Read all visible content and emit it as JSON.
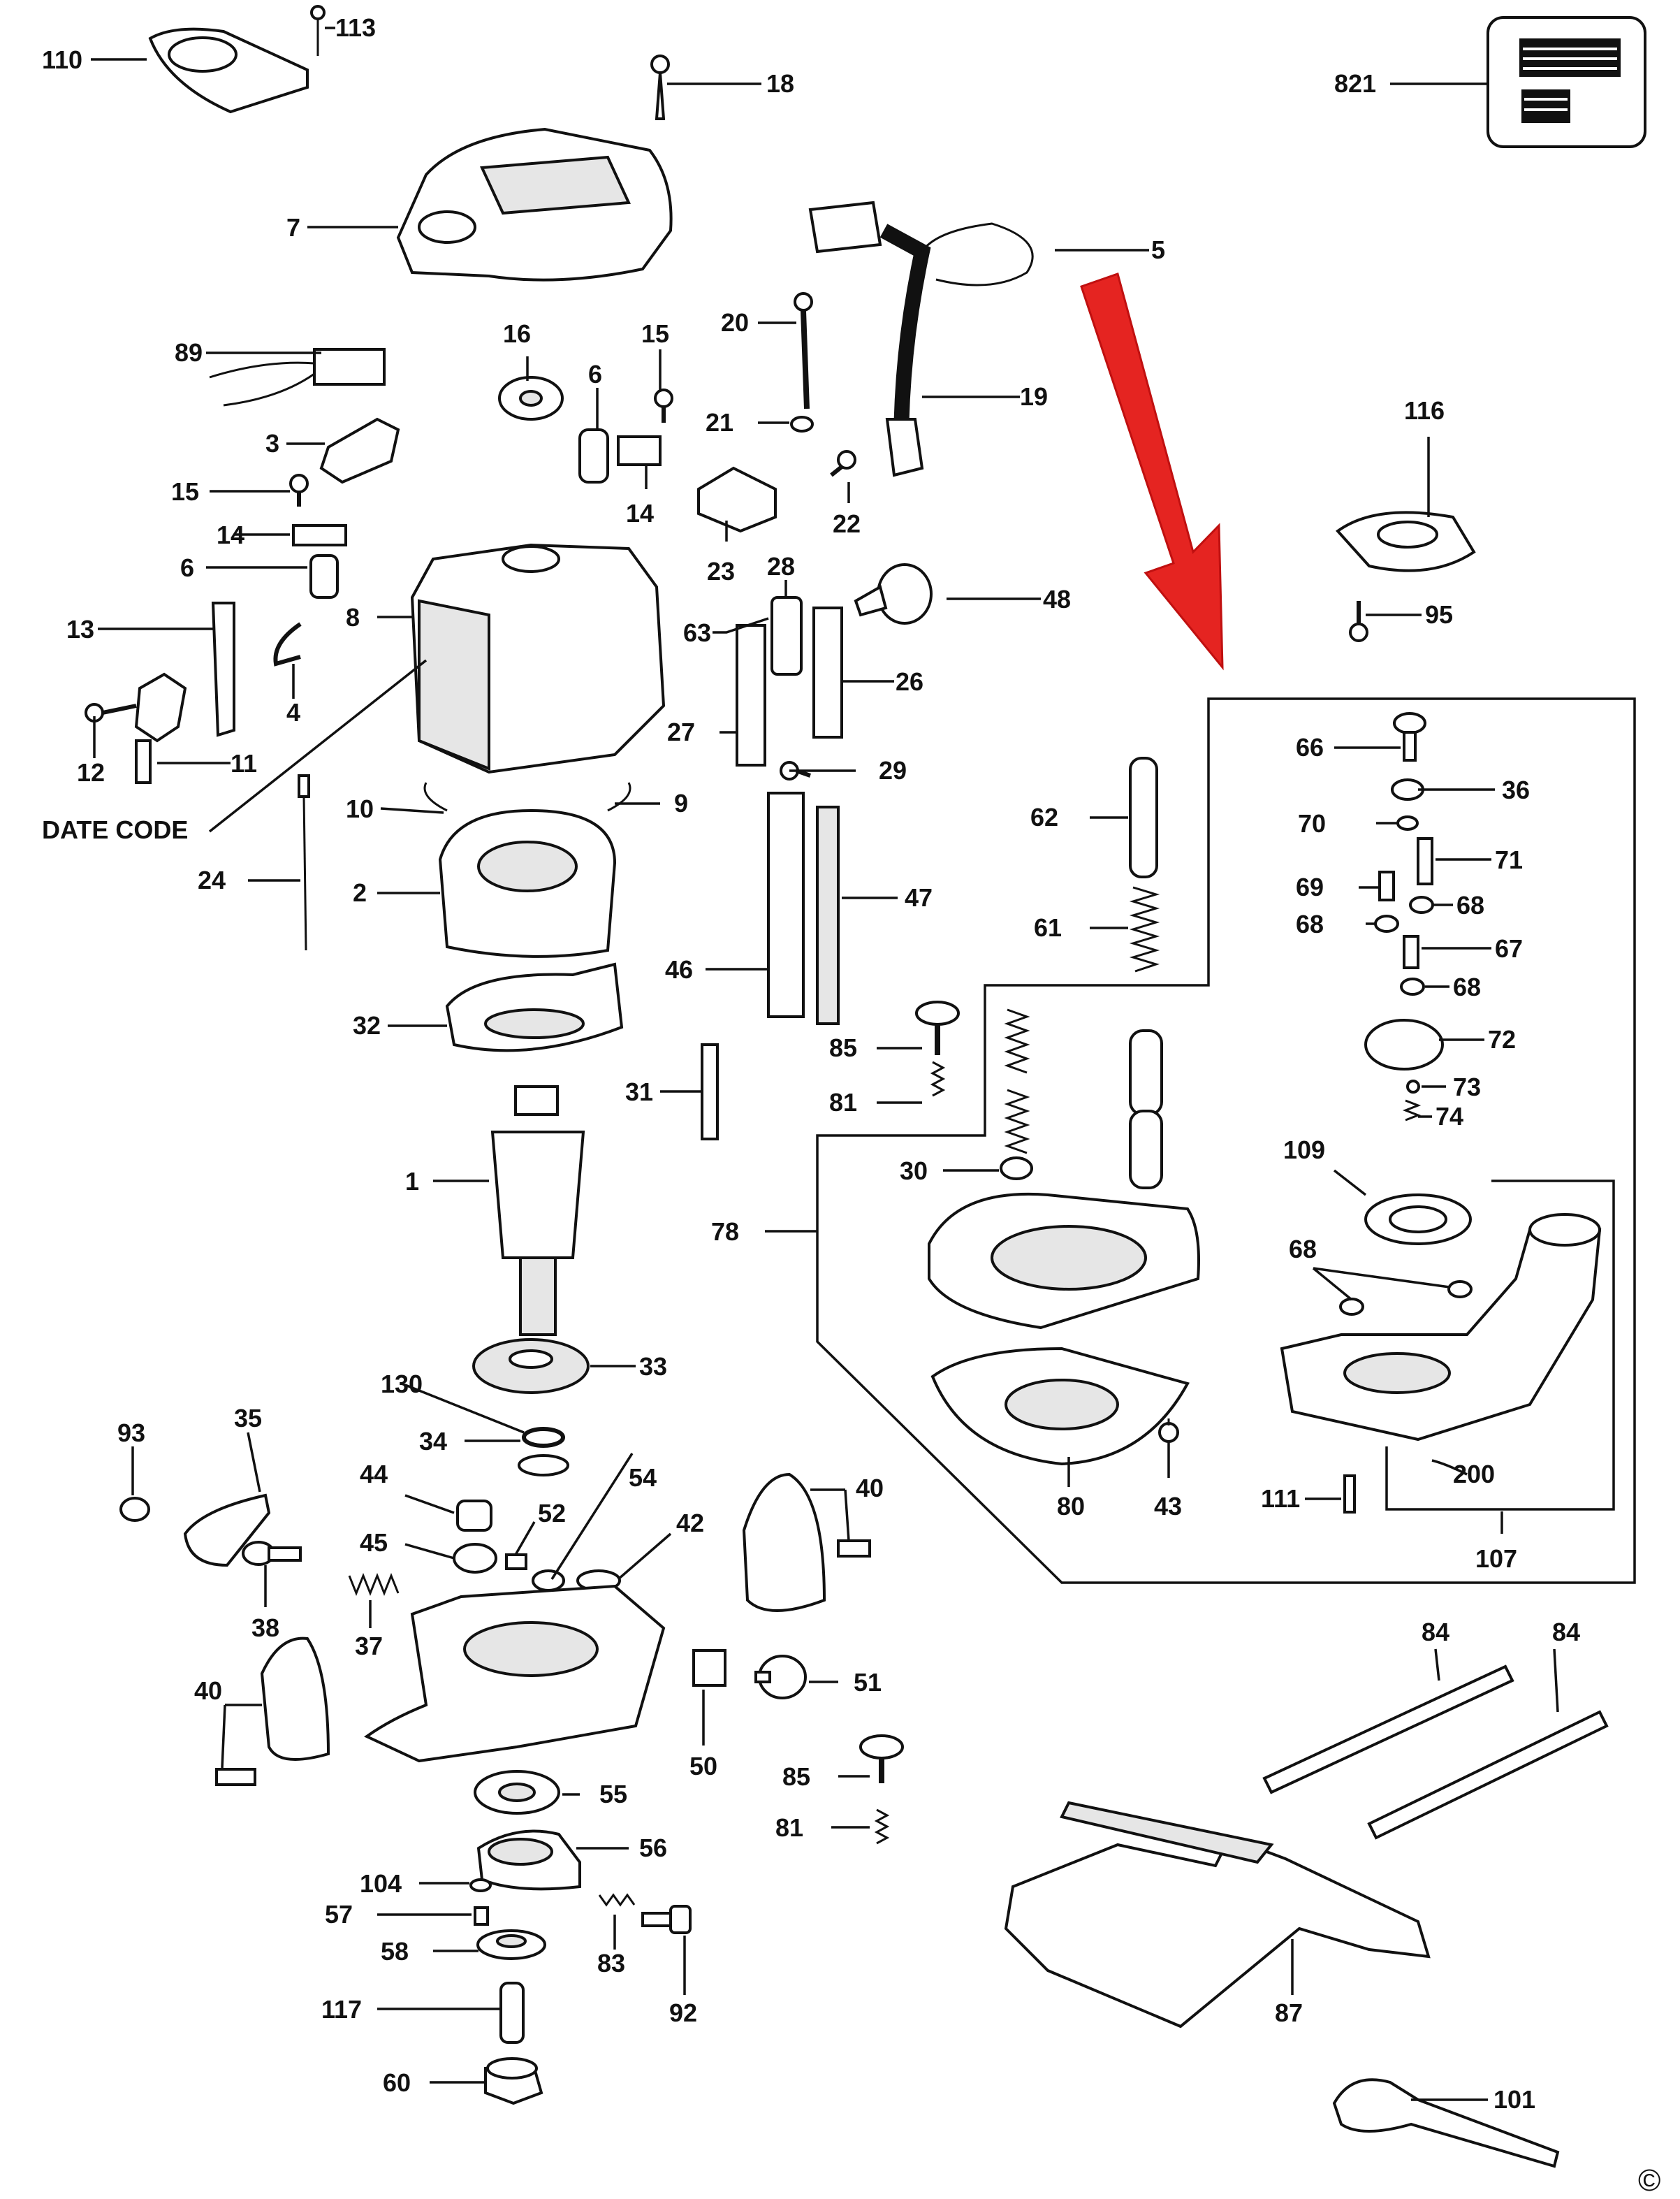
{
  "labels": {
    "p110": "110",
    "p113": "113",
    "p18": "18",
    "p821": "821",
    "p7": "7",
    "p5": "5",
    "p16": "16",
    "p15a": "15",
    "p20": "20",
    "p89": "89",
    "p6a": "6",
    "p21": "21",
    "p19": "19",
    "p3": "3",
    "p116": "116",
    "p15b": "15",
    "p14a": "14",
    "p22": "22",
    "p14b": "14",
    "p23": "23",
    "p28": "28",
    "p48": "48",
    "p95": "95",
    "p6b": "6",
    "p8": "8",
    "p63": "63",
    "p26": "26",
    "p13": "13",
    "p4": "4",
    "p27": "27",
    "p66": "66",
    "p12": "12",
    "p11": "11",
    "p29": "29",
    "p36": "36",
    "p62": "62",
    "p10": "10",
    "p9": "9",
    "p70": "70",
    "p71": "71",
    "p24": "24",
    "p47": "47",
    "p69": "69",
    "p68a": "68",
    "p2": "2",
    "p68b": "68",
    "p61": "61",
    "p67": "67",
    "p46": "46",
    "p68c": "68",
    "p32": "32",
    "p85a": "85",
    "p72": "72",
    "p31": "31",
    "p81a": "81",
    "p73": "73",
    "p74": "74",
    "p30": "30",
    "p109": "109",
    "p1": "1",
    "p78": "78",
    "p68d": "68",
    "p33": "33",
    "p130": "130",
    "p34": "34",
    "p93": "93",
    "p35": "35",
    "p40a": "40",
    "p44": "44",
    "p54": "54",
    "p52": "52",
    "p42": "42",
    "p45": "45",
    "p80": "80",
    "p43": "43",
    "p111": "111",
    "p200": "200",
    "p38": "38",
    "p107": "107",
    "p37": "37",
    "p84a": "84",
    "p84b": "84",
    "p40b": "40",
    "p51": "51",
    "p50": "50",
    "p55": "55",
    "p85b": "85",
    "p81b": "81",
    "p56": "56",
    "p104": "104",
    "p57": "57",
    "p83": "83",
    "p58": "58",
    "p92": "92",
    "p117": "117",
    "p87": "87",
    "p60": "60",
    "p101": "101"
  },
  "date_code_label": "DATE CODE",
  "copyright_symbol": "©",
  "colors": {
    "ink": "#111111",
    "arrow": "#e52421",
    "paper": "#ffffff"
  },
  "icons": {
    "arrow": "red-pointer-arrow"
  }
}
